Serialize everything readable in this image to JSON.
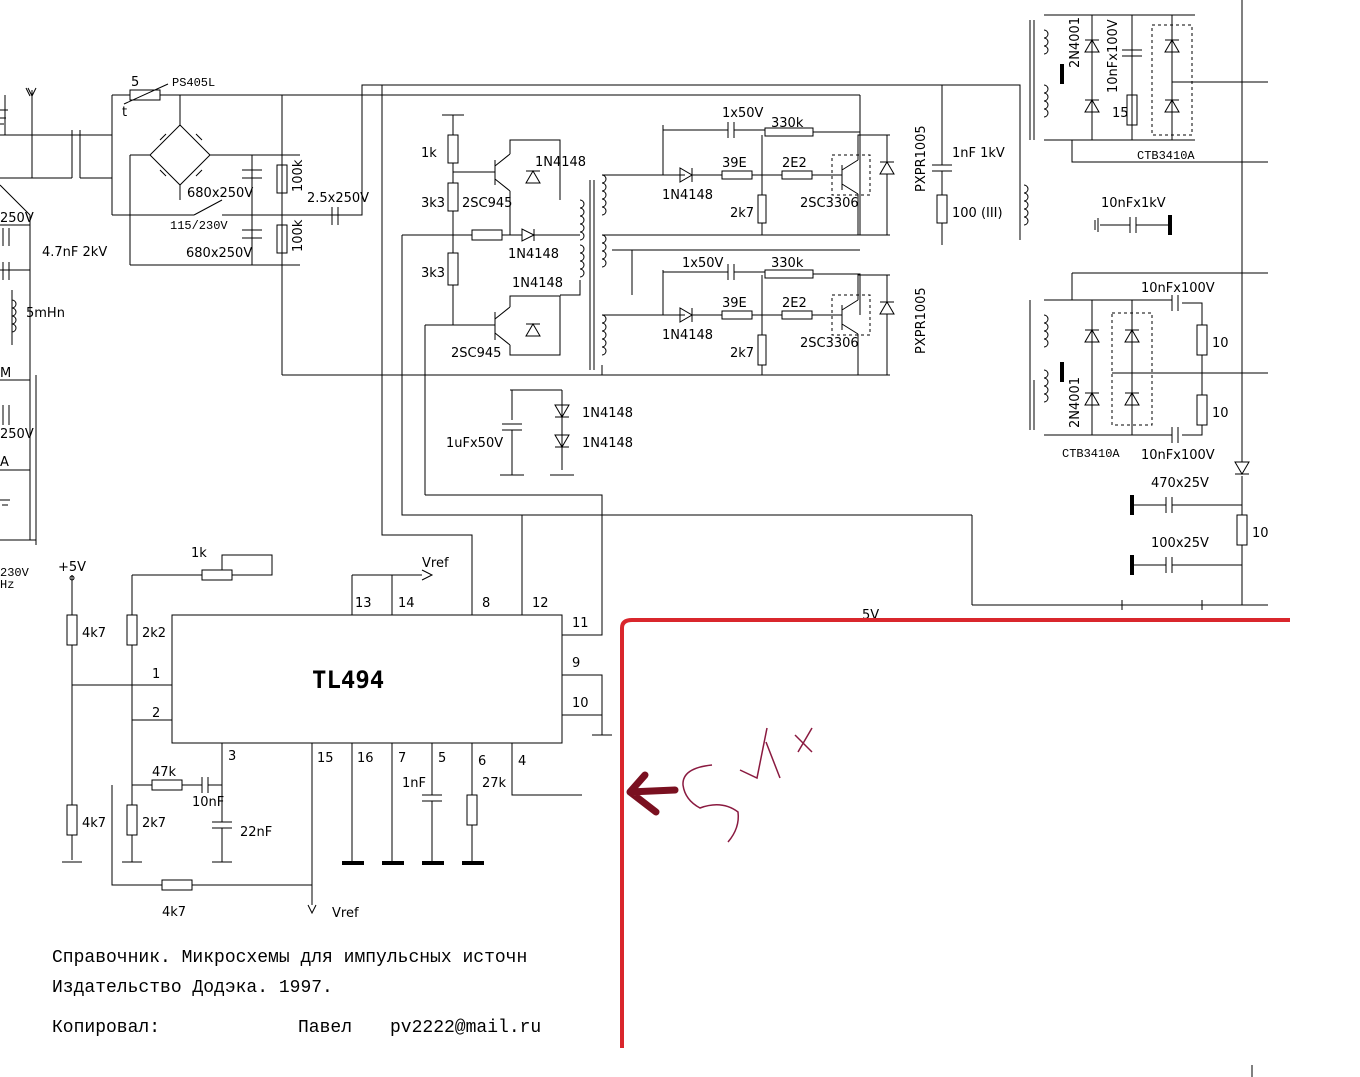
{
  "chip": {
    "name": "TL494"
  },
  "colors": {
    "wire": "#000000",
    "overlay_red": "#d9262c",
    "scribble_dark": "#7a1020",
    "scribble": "#8a1a40"
  },
  "labels": {
    "fuse_num": "5",
    "fuse_name": "PS405L",
    "fuse_t": "t",
    "cap_680a": "680x250V",
    "cap_680b": "680x250V",
    "switch": "115/230V",
    "r_100k_a": "100k",
    "r_100k_b": "100k",
    "cap_2_5": "2.5x250V",
    "r_1k_top": "1k",
    "r_3k3_a": "3k3",
    "r_3k3_b": "3k3",
    "q_2sc945_a": "2SC945",
    "q_2sc945_b": "2SC945",
    "d_1n4148_a": "1N4148",
    "d_1n4148_b": "1N4148",
    "d_1n4148_c": "1N4148",
    "d_1n4148_d": "1N4148",
    "d_1n4148_e": "1N4148",
    "d_1n4148_f": "1N4148",
    "d_1n4148_g": "1N4148",
    "cap_1uf": "1uFx50V",
    "cap_1x50a": "1x50V",
    "cap_1x50b": "1x50V",
    "r_330k_a": "330k",
    "r_330k_b": "330k",
    "r_39e_a": "39E",
    "r_39e_b": "39E",
    "r_2e2_a": "2E2",
    "r_2e2_b": "2E2",
    "r_2k7_a": "2k7",
    "r_2k7_b": "2k7",
    "q_2sc3306_a": "2SC3306",
    "q_2sc3306_b": "2SC3306",
    "d_pxpr_a": "PXPR1005",
    "d_pxpr_b": "PXPR1005",
    "cap_1nf1kv": "1nF 1kV",
    "r_100_iii": "100 (III)",
    "d_2n4001_a": "2N4001",
    "d_2n4001_b": "2N4001",
    "cap_10nfx100v_a": "10nFx100V",
    "cap_10nfx100v_b": "10nFx100V",
    "cap_10nfx100v_c": "10nFx100V",
    "r_15": "15",
    "ctb_a": "CTB3410A",
    "ctb_b": "CTB3410A",
    "cap_10nfx1kv": "10nFx1kV",
    "r_10_a": "10",
    "r_10_b": "10",
    "r_10_c": "10",
    "cap_470": "470x25V",
    "cap_100": "100x25V",
    "left_250v_a": "250V",
    "left_4_7nf": "4.7nF 2kV",
    "left_5mhn": "5mHn",
    "left_m": "M",
    "left_250v_b": "250V",
    "left_a": "A",
    "left_230v": "230V",
    "left_hz": "Hz",
    "plus5v": "+5V",
    "r_1k_pot": "1k",
    "vref_top": "Vref",
    "vref_bottom": "Vref",
    "r_4k7_a": "4k7",
    "r_4k7_b": "4k7",
    "r_4k7_c": "4k7",
    "r_2k2": "2k2",
    "r_47k": "47k",
    "cap_10nf": "10nF",
    "r_2k7_c": "2k7",
    "cap_22nf": "22nF",
    "cap_1nf": "1nF",
    "r_27k": "27k",
    "partial_5v": "5V",
    "pin_1": "1",
    "pin_2": "2",
    "pin_3": "3",
    "pin_4": "4",
    "pin_5": "5",
    "pin_6": "6",
    "pin_7": "7",
    "pin_8": "8",
    "pin_9": "9",
    "pin_10": "10",
    "pin_11": "11",
    "pin_12": "12",
    "pin_13": "13",
    "pin_14": "14",
    "pin_15": "15",
    "pin_16": "16"
  },
  "footer": {
    "line1": "Справочник. Микросхемы для импульсных источн",
    "line2": "Издательство Додэка. 1997.",
    "line3_label": "Копировал:",
    "line3_name": "Павел",
    "line3_email": "pv2222@mail.ru"
  }
}
